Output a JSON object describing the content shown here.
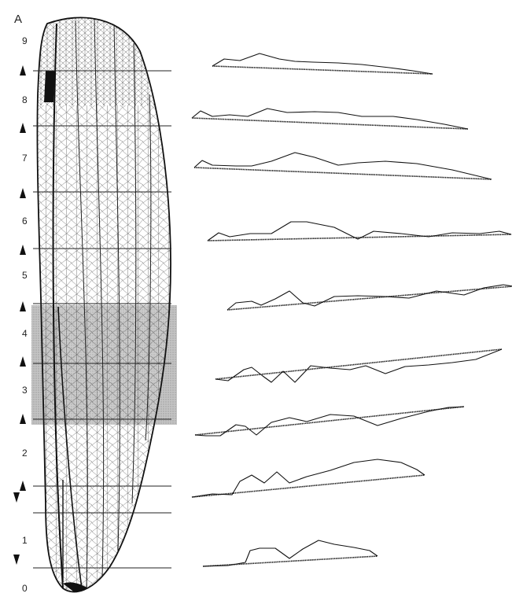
{
  "figure": {
    "panel_label": "A",
    "section_numbers": [
      "9",
      "8",
      "7",
      "6",
      "5",
      "4",
      "3",
      "2",
      "1",
      "0"
    ],
    "shaded_region_sections": [
      "4",
      "3"
    ],
    "profile_count": 9,
    "colors": {
      "ink": "#111111",
      "shade": "#b8b8b8",
      "background": "#ffffff"
    }
  }
}
